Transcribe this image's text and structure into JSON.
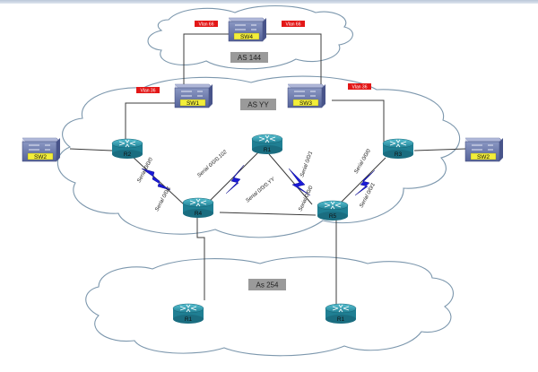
{
  "areas": [
    {
      "id": "as144",
      "label": "AS 144"
    },
    {
      "id": "asyy",
      "label": "AS YY"
    },
    {
      "id": "as254",
      "label": "As 254"
    }
  ],
  "vlans": [
    {
      "id": "v-sw4-left",
      "label": "Vlan 66"
    },
    {
      "id": "v-sw4-right",
      "label": "Vlan 66"
    },
    {
      "id": "v-sw1",
      "label": "Vlan 36"
    },
    {
      "id": "v-sw3",
      "label": "Vlan 36"
    }
  ],
  "switches": [
    {
      "id": "sw4",
      "label": "SW4"
    },
    {
      "id": "sw1",
      "label": "SW1"
    },
    {
      "id": "sw3",
      "label": "SW3"
    },
    {
      "id": "sw2-left",
      "label": "SW2"
    },
    {
      "id": "sw2-right",
      "label": "SW2"
    }
  ],
  "routers": [
    {
      "id": "r1-top",
      "label": "R1"
    },
    {
      "id": "r2",
      "label": "R2"
    },
    {
      "id": "r3",
      "label": "R3"
    },
    {
      "id": "r4",
      "label": "R4"
    },
    {
      "id": "r5",
      "label": "R5"
    },
    {
      "id": "r1-bl",
      "label": "R1"
    },
    {
      "id": "r1-br",
      "label": "R1"
    }
  ],
  "links": [
    {
      "id": "serial-r2-r4-a",
      "label": "Serial 0/0/0"
    },
    {
      "id": "serial-r2-r4-b",
      "label": "Serial 0/0/1"
    },
    {
      "id": "serial-r1-r4",
      "label": "Serial 0/0/0.102"
    },
    {
      "id": "serial-r1-r5-yy",
      "label": "Serial 0/0/0.YY"
    },
    {
      "id": "serial-r1-r5",
      "label": "Serial 0/0/1"
    },
    {
      "id": "serial-r5-left",
      "label": "Serial 0/0/0"
    },
    {
      "id": "serial-r3-r5-a",
      "label": "Serial 0/0/0"
    },
    {
      "id": "serial-r3-r5-b",
      "label": "Serial 0/0/1"
    }
  ],
  "colors": {
    "router_body": "#2f9fb3",
    "router_dark": "#1d6f82",
    "switch_body": "#6f7fae",
    "switch_top": "#9ba6cb",
    "switch_label_bg": "#f3ee3a",
    "vlan_bg": "#e31717",
    "as_label_bg": "#9a9a9a",
    "serial_bolt": "#1b1bd8"
  }
}
